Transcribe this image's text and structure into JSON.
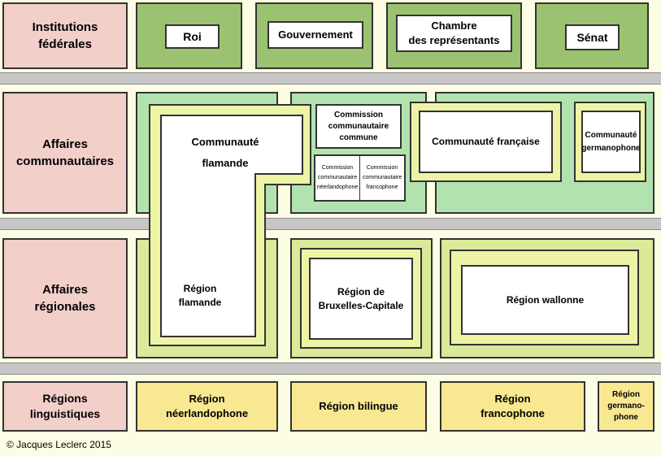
{
  "rows": {
    "federal": "Institutions fédérales",
    "community": "Affaires communautaires",
    "regional": "Affaires régionales",
    "linguistic": "Régions linguistiques"
  },
  "federal": {
    "roi": "Roi",
    "gouvernement": "Gouvernement",
    "chambre_line1": "Chambre",
    "chambre_line2": "des représentants",
    "senat": "Sénat"
  },
  "communities": {
    "flamande_line1": "Communauté",
    "flamande_line2": "flamande",
    "ccc_line1": "Commission",
    "ccc_line2": "communautaire",
    "ccc_line3": "commune",
    "cc_nl_line1": "Commission",
    "cc_nl_line2": "communautaire",
    "cc_nl_line3": "néerlandophone",
    "cc_fr_line1": "Commission",
    "cc_fr_line2": "communautaire",
    "cc_fr_line3": "francophone",
    "francaise": "Communauté française",
    "germ_line1": "Communauté",
    "germ_line2": "germanophone"
  },
  "regions": {
    "flamande_line1": "Région",
    "flamande_line2": "flamande",
    "bxl_line1": "Région de",
    "bxl_line2": "Bruxelles-Capitale",
    "wallonne": "Région wallonne"
  },
  "linguistic": {
    "nl_line1": "Région",
    "nl_line2": "néerlandophone",
    "bilingue": "Région bilingue",
    "fr_line1": "Région",
    "fr_line2": "francophone",
    "de_line1": "Région",
    "de_line2": "germano-",
    "de_line3": "phone"
  },
  "copyright": "© Jacques Leclerc 2015",
  "colors": {
    "row_label": "#f2cfc8",
    "federal": "#9bc271",
    "community": "#b2e3af",
    "region_outer": "#dbe99a",
    "region_inner": "#eef4a6",
    "linguistic": "#f9e892",
    "separator": "#c6c6c6"
  }
}
